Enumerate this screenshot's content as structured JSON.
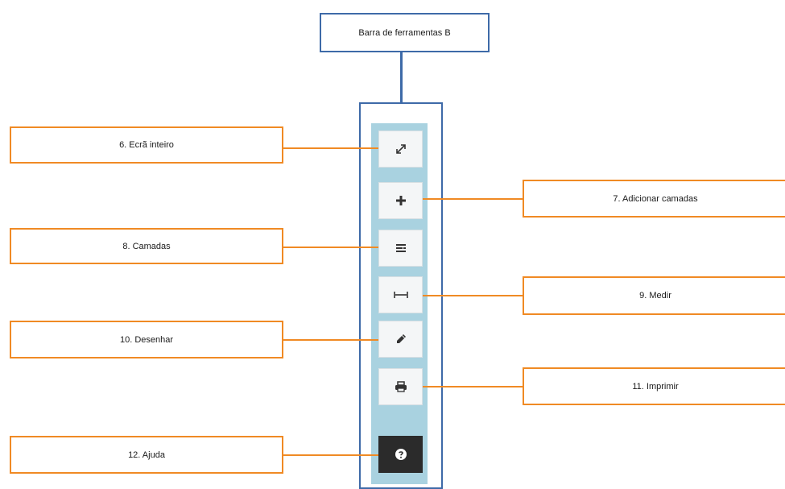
{
  "toolbar": {
    "title": "Barra de ferramentas B",
    "colors": {
      "frame": "#3e6aa8",
      "strip": "#a9d2e0",
      "callout": "#f08a24",
      "help_bg": "#2b2b2b"
    },
    "buttons": [
      {
        "icon": "fullscreen-icon",
        "label": "6. Ecrã inteiro"
      },
      {
        "icon": "plus-icon",
        "label": "7. Adicionar camadas"
      },
      {
        "icon": "layers-icon",
        "label": "8. Camadas"
      },
      {
        "icon": "measure-icon",
        "label": "9. Medir"
      },
      {
        "icon": "pencil-icon",
        "label": "10. Desenhar"
      },
      {
        "icon": "print-icon",
        "label": "11. Imprimir"
      },
      {
        "icon": "help-icon",
        "label": "12. Ajuda"
      }
    ]
  }
}
